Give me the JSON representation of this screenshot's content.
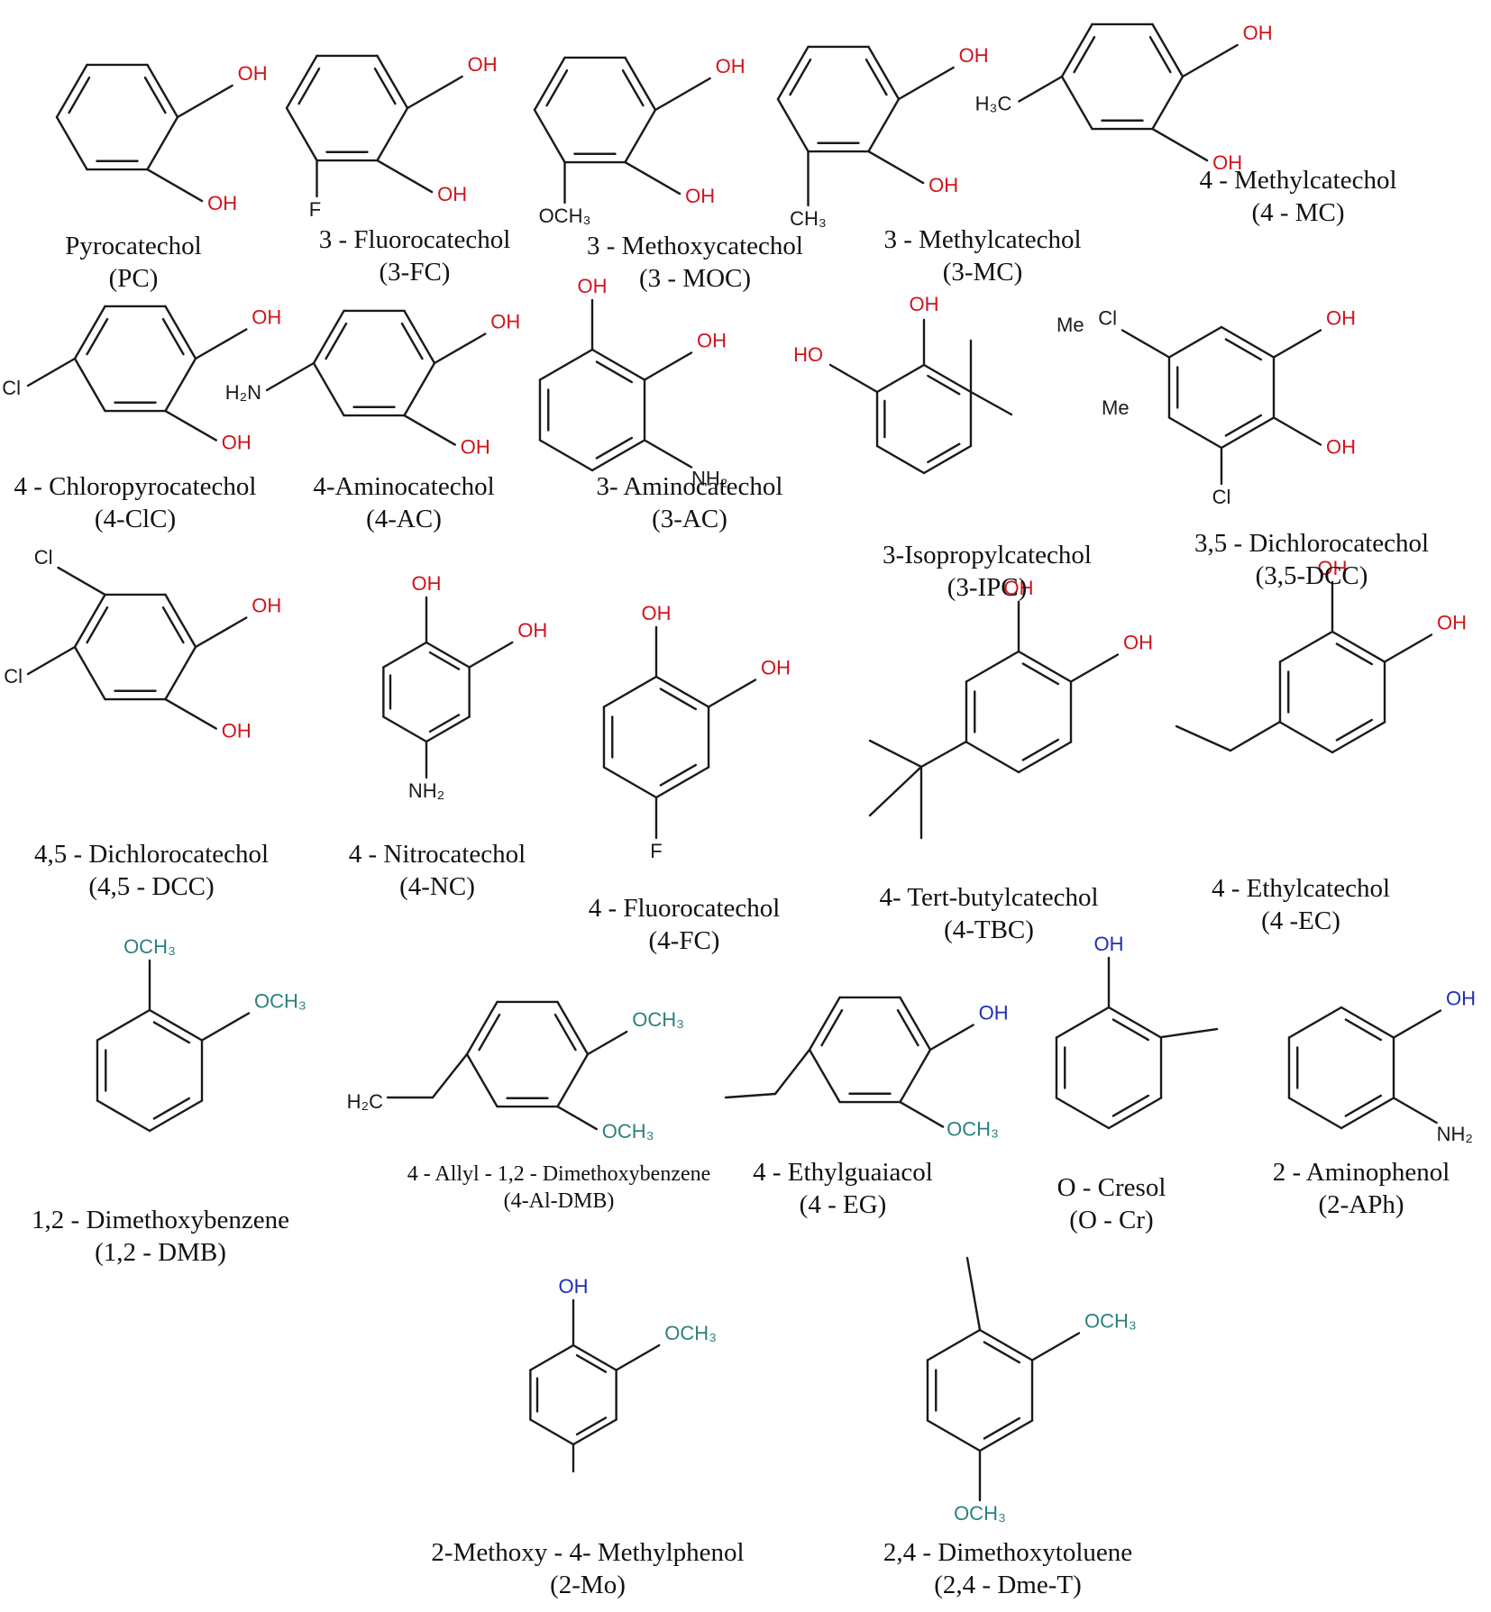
{
  "colors": {
    "bond": "#1a1a1a",
    "catechol_oh": "#d0141e",
    "phenol_oh": "#1f2fb4",
    "methoxy": "#2e8080",
    "other": "#1a1a1a"
  },
  "compounds": [
    {
      "id": "pc",
      "name": "Pyrocatechol",
      "abbr": "(PC)",
      "labels": [
        {
          "t": "OH",
          "c": "r"
        },
        {
          "t": "OH",
          "c": "r"
        }
      ]
    },
    {
      "id": "3fc",
      "name": "3 - Fluorocatechol",
      "abbr": "(3-FC)",
      "labels": [
        {
          "t": "OH",
          "c": "r"
        },
        {
          "t": "OH",
          "c": "r"
        },
        {
          "t": "F",
          "c": "k"
        }
      ]
    },
    {
      "id": "3moc",
      "name": "3 - Methoxycatechol",
      "abbr": "(3 - MOC)",
      "labels": [
        {
          "t": "OH",
          "c": "r"
        },
        {
          "t": "OH",
          "c": "r"
        },
        {
          "t": "OCH₃",
          "c": "k"
        }
      ]
    },
    {
      "id": "3mc",
      "name": "3 - Methylcatechol",
      "abbr": "(3-MC)",
      "labels": [
        {
          "t": "OH",
          "c": "r"
        },
        {
          "t": "OH",
          "c": "r"
        },
        {
          "t": "CH₃",
          "c": "k"
        }
      ]
    },
    {
      "id": "4mc",
      "name": "4 - Methylcatechol",
      "abbr": "(4 - MC)",
      "labels": [
        {
          "t": "OH",
          "c": "r"
        },
        {
          "t": "OH",
          "c": "r"
        },
        {
          "t": "H₃C",
          "c": "k"
        }
      ]
    },
    {
      "id": "4clc",
      "name": "4 - Chloropyrocatechol",
      "abbr": "(4-ClC)",
      "labels": [
        {
          "t": "OH",
          "c": "r"
        },
        {
          "t": "OH",
          "c": "r"
        },
        {
          "t": "Cl",
          "c": "k"
        }
      ]
    },
    {
      "id": "4ac",
      "name": "4-Aminocatechol",
      "abbr": "(4-AC)",
      "labels": [
        {
          "t": "OH",
          "c": "r"
        },
        {
          "t": "OH",
          "c": "r"
        },
        {
          "t": "H₂N",
          "c": "k"
        }
      ]
    },
    {
      "id": "3ac",
      "name": "3- Aminocatechol",
      "abbr": "(3-AC)",
      "labels": [
        {
          "t": "OH",
          "c": "r"
        },
        {
          "t": "OH",
          "c": "r"
        },
        {
          "t": "NH₂",
          "c": "k"
        }
      ]
    },
    {
      "id": "3ipc",
      "name": "3-Isopropylcatechol",
      "abbr": "(3-IPC)",
      "labels": [
        {
          "t": "OH",
          "c": "r"
        },
        {
          "t": "HO",
          "c": "r"
        },
        {
          "t": "Me",
          "c": "k"
        },
        {
          "t": "Me",
          "c": "k"
        }
      ]
    },
    {
      "id": "35dcc",
      "name": "3,5 - Dichlorocatechol",
      "abbr": "(3,5-DCC)",
      "labels": [
        {
          "t": "OH",
          "c": "r"
        },
        {
          "t": "OH",
          "c": "r"
        },
        {
          "t": "Cl",
          "c": "k"
        },
        {
          "t": "Cl",
          "c": "k"
        }
      ]
    },
    {
      "id": "45dcc",
      "name": "4,5 - Dichlorocatechol",
      "abbr": "(4,5 - DCC)",
      "labels": [
        {
          "t": "OH",
          "c": "r"
        },
        {
          "t": "OH",
          "c": "r"
        },
        {
          "t": "Cl",
          "c": "k"
        },
        {
          "t": "Cl",
          "c": "k"
        }
      ]
    },
    {
      "id": "4nc",
      "name": "4 - Nitrocatechol",
      "abbr": "(4-NC)",
      "labels": [
        {
          "t": "OH",
          "c": "r"
        },
        {
          "t": "OH",
          "c": "r"
        },
        {
          "t": "NH₂",
          "c": "k"
        }
      ]
    },
    {
      "id": "4fc",
      "name": "4 - Fluorocatechol",
      "abbr": "(4-FC)",
      "labels": [
        {
          "t": "OH",
          "c": "r"
        },
        {
          "t": "OH",
          "c": "r"
        },
        {
          "t": "F",
          "c": "k"
        }
      ]
    },
    {
      "id": "4tbc",
      "name": "4- Tert-butylcatechol",
      "abbr": "(4-TBC)",
      "labels": [
        {
          "t": "OH",
          "c": "r"
        },
        {
          "t": "OH",
          "c": "r"
        }
      ]
    },
    {
      "id": "4ec",
      "name": "4 - Ethylcatechol",
      "abbr": "(4 -EC)",
      "labels": [
        {
          "t": "OH",
          "c": "r"
        },
        {
          "t": "OH",
          "c": "r"
        }
      ]
    },
    {
      "id": "12dmb",
      "name": "1,2 - Dimethoxybenzene",
      "abbr": "(1,2 - DMB)",
      "labels": [
        {
          "t": "OCH₃",
          "c": "g"
        },
        {
          "t": "OCH₃",
          "c": "g"
        }
      ]
    },
    {
      "id": "4aldmb",
      "name": "4 - Allyl - 1,2 - Dimethoxybenzene",
      "abbr": "(4-Al-DMB)",
      "labels": [
        {
          "t": "OCH₃",
          "c": "g"
        },
        {
          "t": "OCH₃",
          "c": "g"
        },
        {
          "t": "H₂C",
          "c": "k"
        }
      ]
    },
    {
      "id": "4eg",
      "name": "4 - Ethylguaiacol",
      "abbr": "(4 - EG)",
      "labels": [
        {
          "t": "OH",
          "c": "b"
        },
        {
          "t": "OCH₃",
          "c": "g"
        }
      ]
    },
    {
      "id": "ocr",
      "name": "O - Cresol",
      "abbr": "(O - Cr)",
      "labels": [
        {
          "t": "OH",
          "c": "b"
        }
      ]
    },
    {
      "id": "2aph",
      "name": "2 - Aminophenol",
      "abbr": "(2-APh)",
      "labels": [
        {
          "t": "OH",
          "c": "b"
        },
        {
          "t": "NH₂",
          "c": "k"
        }
      ]
    },
    {
      "id": "2mo",
      "name": "2-Methoxy - 4- Methylphenol",
      "abbr": "(2-Mo)",
      "labels": [
        {
          "t": "OH",
          "c": "b"
        },
        {
          "t": "OCH₃",
          "c": "g"
        }
      ]
    },
    {
      "id": "24dmet",
      "name": "2,4 - Dimethoxytoluene",
      "abbr": "(2,4 - Dme-T)",
      "labels": [
        {
          "t": "OCH₃",
          "c": "g"
        },
        {
          "t": "OCH₃",
          "c": "g"
        }
      ]
    }
  ]
}
